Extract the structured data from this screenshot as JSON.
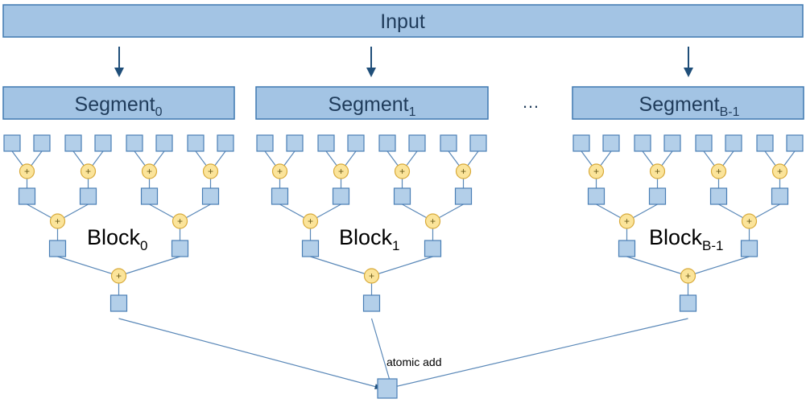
{
  "input": {
    "label": "Input"
  },
  "segments": [
    {
      "base": "Segment",
      "sub": "0"
    },
    {
      "base": "Segment",
      "sub": "1"
    },
    {
      "base": "Segment",
      "sub": "B-1"
    }
  ],
  "blocks": [
    {
      "base": "Block",
      "sub": "0"
    },
    {
      "base": "Block",
      "sub": "1"
    },
    {
      "base": "Block",
      "sub": "B-1"
    }
  ],
  "ellipsis": "…",
  "atomic_label": "atomic add",
  "plus_symbol": "+",
  "colors": {
    "box_fill": "#b3cfe9",
    "box_stroke": "#4a7fb5",
    "bar_fill": "#a3c4e4",
    "bar_stroke": "#3f78b0",
    "node_fill": "#fbe49a",
    "node_stroke": "#d8aa3a",
    "line": "#5a88b8",
    "arrow": "#1f4e79",
    "text": "#1f3b5a"
  }
}
